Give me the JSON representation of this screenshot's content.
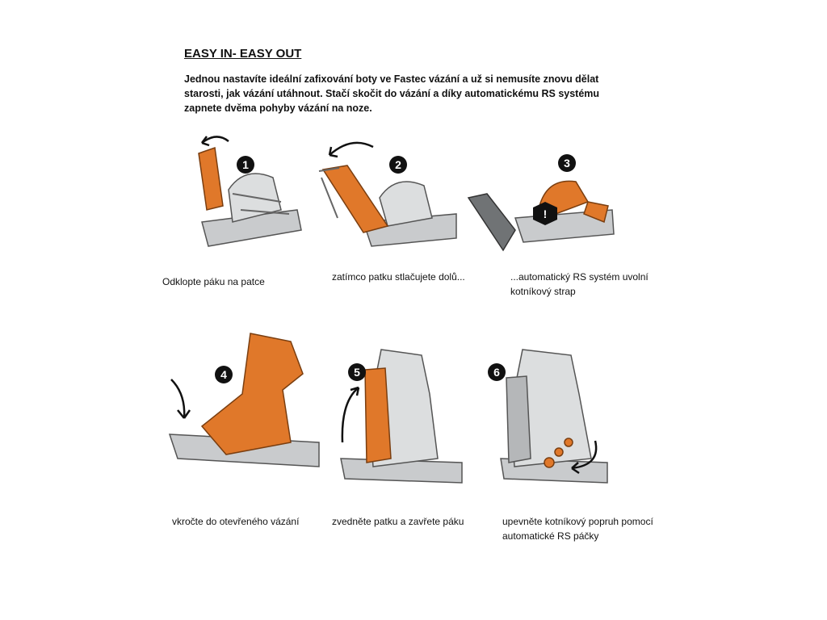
{
  "header": {
    "title": "EASY IN- EASY OUT",
    "intro": "Jednou nastavíte ideální zafixování boty ve Fastec vázání a už si nemusíte znovu dělat starosti, jak vázání utáhnout. Stačí skočit do vázání a díky automatickému RS systému zapnete dvěma pohyby vázání na noze."
  },
  "steps": [
    {
      "number": "1",
      "caption": "Odklopte páku na patce"
    },
    {
      "number": "2",
      "caption": "zatímco patku stlačujete dolů..."
    },
    {
      "number": "3",
      "caption": "...automatický RS systém uvolní kotníkový strap"
    },
    {
      "number": "4",
      "caption": "vkročte do otevřeného vázání"
    },
    {
      "number": "5",
      "caption": "zvedněte patku a zavřete páku"
    },
    {
      "number": "6",
      "caption": "upevněte kotníkový popruh pomocí automatické RS páčky"
    }
  ],
  "colors": {
    "accent": "#e0782a",
    "metal": "#c9cbcd",
    "outline": "#555555"
  }
}
